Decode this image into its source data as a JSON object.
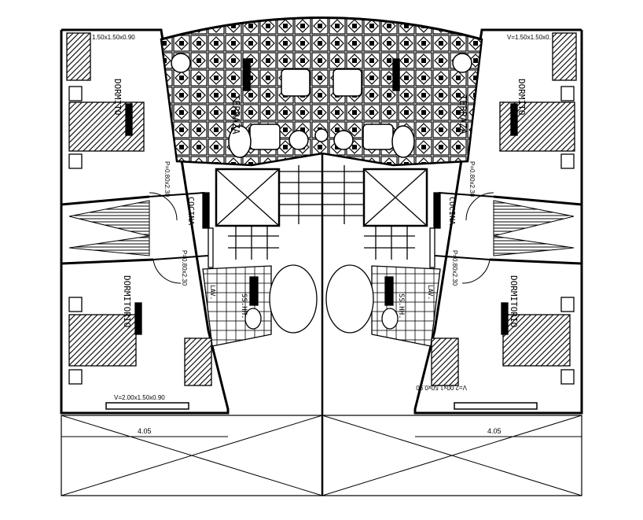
{
  "labels": {
    "window_top_left": "1.50x1.50x0.90",
    "window_top_right": "V=1.50x1.50x0.",
    "window_bottom_left": "V=2.00x1.50x0.90",
    "window_bottom_right": "V=2.00x1.50x0.90",
    "terrace_left": "TERRAZA",
    "terrace_right": "TERRAZA",
    "bedroom_top_left": "DORMITO",
    "bedroom_top_right": "DORMITO",
    "bedroom_bottom_left": "DORMITORIO",
    "bedroom_bottom_right": "DORMITORIO",
    "kitchen_left": "COCINA",
    "kitchen_right": "COCINA",
    "bath_left": "SS.HH.",
    "bath_right": "SS.HH.",
    "laundry_left": "LAV.",
    "laundry_right": "LAV.",
    "door_top_left": "P=0.80x2.30",
    "door_top_right": "P=0.80x2.30",
    "door_mid_left": "P=0.80x2.30",
    "door_mid_right": "P=0.80x2.30",
    "dim_left": "4.05",
    "dim_right": "4.05"
  },
  "colors": {
    "line": "#000000",
    "background": "#ffffff"
  }
}
